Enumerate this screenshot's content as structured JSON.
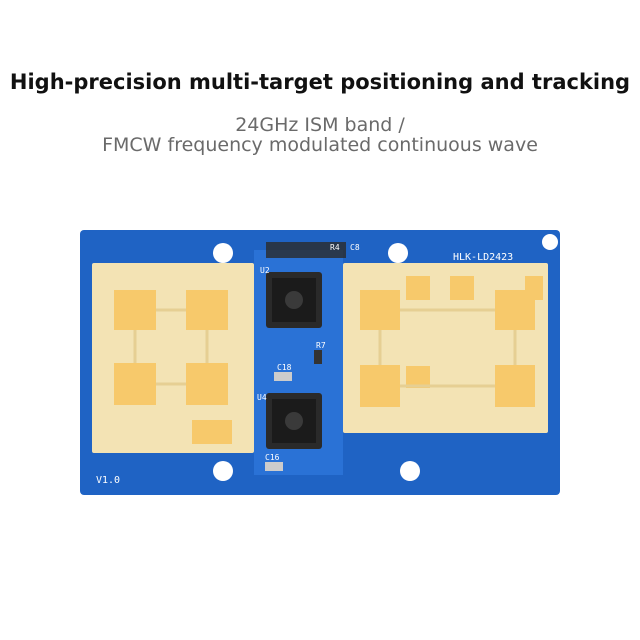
{
  "headline": "High-precision multi-target positioning and tracking",
  "subtitle_line1": "24GHz ISM band /",
  "subtitle_line2": "FMCW frequency modulated continuous wave",
  "board": {
    "model": "HLK-LD2423",
    "version": "V1.0",
    "labels": {
      "u2": "U2",
      "u4": "U4",
      "c18": "C18",
      "c16": "C16",
      "r7": "R7",
      "c8": "C8",
      "r4": "R4"
    },
    "colors": {
      "pcb": "#1f63c4",
      "antenna": "#f3e3b4",
      "silk": "#ffffff",
      "chip": "#2a2a2a"
    }
  }
}
